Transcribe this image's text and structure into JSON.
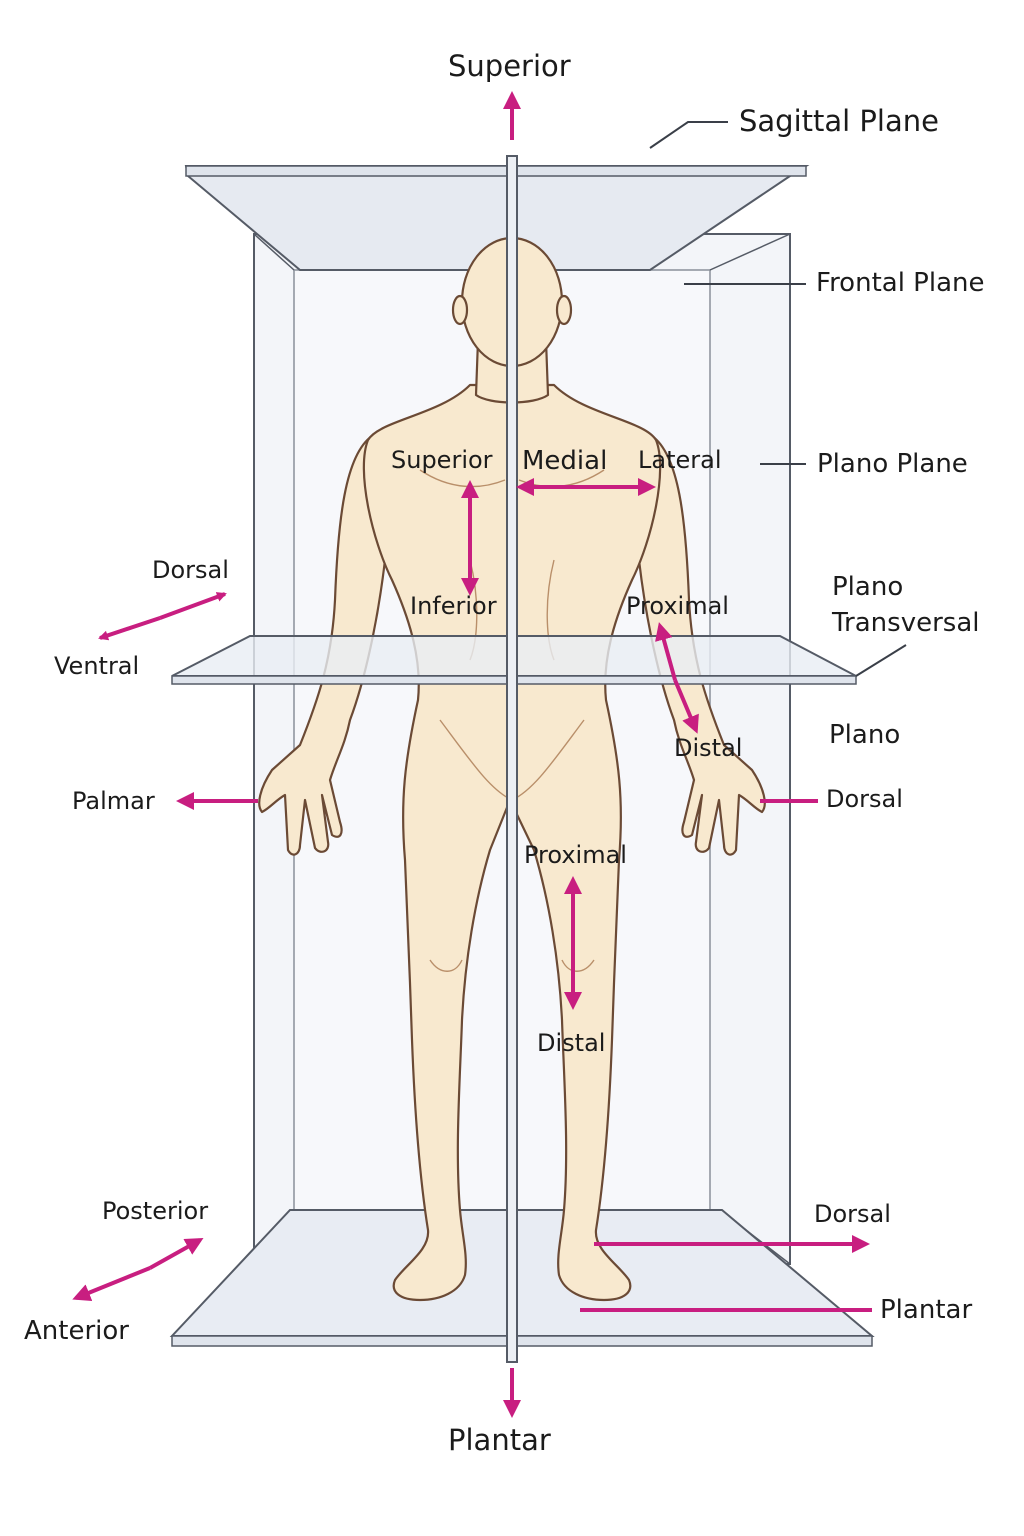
{
  "colors": {
    "arrow": "#c81e80",
    "skin": "#f8e9cf",
    "skin_outline": "#6b4a35",
    "plane_fill": "#eef1f6",
    "plane_edge": "#555b66"
  },
  "labels": {
    "top_superior": "Superior",
    "bottom_plantar": "Plantar",
    "sagittal_plane": "Sagittal Plane",
    "frontal_plane": "Frontal Plane",
    "plano_plane": "Plano Plane",
    "plano_transversal_1": "Plano",
    "plano_transversal_2": "Transversal",
    "plano": "Plano",
    "chest_superior": "Superior",
    "chest_inferior": "Inferior",
    "medial": "Medial",
    "lateral": "Lateral",
    "arm_proximal": "Proximal",
    "arm_distal": "Distal",
    "leg_proximal": "Proximal",
    "leg_distal": "Distal",
    "left_dorsal": "Dorsal",
    "left_ventral": "Ventral",
    "palmar": "Palmar",
    "hand_dorsal": "Dorsal",
    "posterior": "Posterior",
    "anterior": "Anterior",
    "foot_dorsal": "Dorsal",
    "foot_plantar": "Plantar"
  }
}
